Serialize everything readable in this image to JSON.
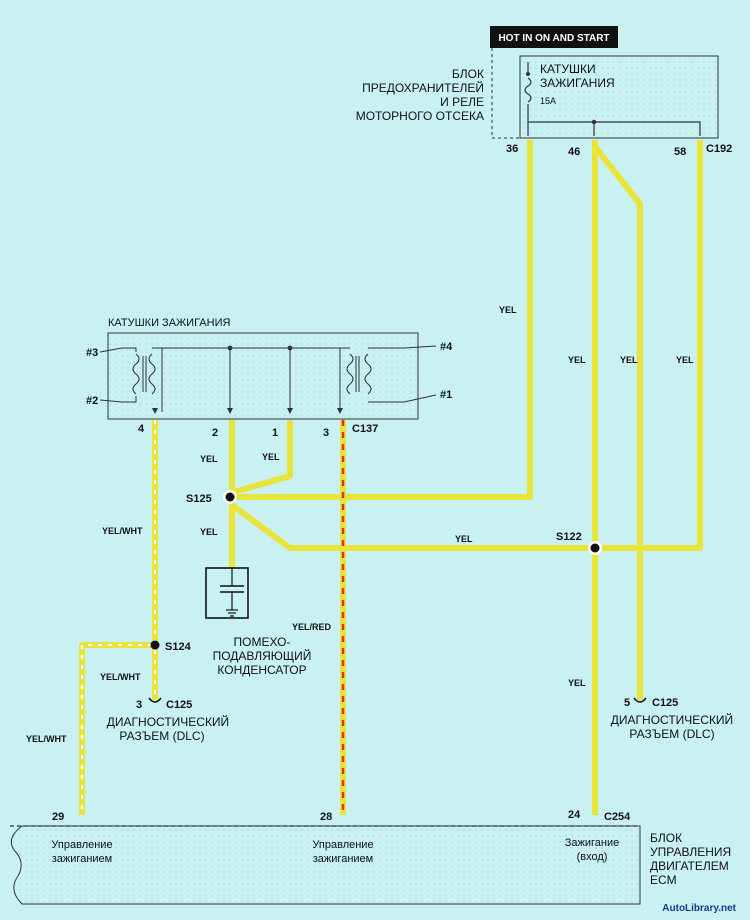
{
  "power_header": "HOT IN ON AND START",
  "fuse_box": {
    "label": [
      "БЛОК",
      "ПРЕДОХРАНИТЕЛЕЙ",
      "И РЕЛЕ",
      "МОТОРНОГО ОТСЕКА"
    ],
    "fuse_name": [
      "КАТУШКИ",
      "ЗАЖИГАНИЯ"
    ],
    "fuse_rating": "15A",
    "pins": [
      "36",
      "46",
      "58"
    ],
    "connector": "C192"
  },
  "coil_pack": {
    "title": "КАТУШКИ ЗАЖИГАНИЯ",
    "coils": [
      "#3",
      "#2",
      "#4",
      "#1"
    ],
    "pins": [
      "4",
      "2",
      "1",
      "3"
    ],
    "connector": "C137"
  },
  "splices": [
    "S125",
    "S122",
    "S124"
  ],
  "capacitor_label": [
    "ПОМЕХО-",
    "ПОДАВЛЯЮЩИЙ",
    "КОНДЕНСАТОР"
  ],
  "dlc_left": {
    "pin": "3",
    "connector": "C125",
    "label": [
      "ДИАГНОСТИЧЕСКИЙ",
      "РАЗЪЕМ (DLC)"
    ]
  },
  "dlc_right": {
    "pin": "5",
    "connector": "C125",
    "label": [
      "ДИАГНОСТИЧЕСКИЙ",
      "РАЗЪЕМ (DLC)"
    ]
  },
  "wire_colors": {
    "yel": "YEL",
    "yel_wht": "YEL/WHT",
    "yel_red": "YEL/RED"
  },
  "ecm": {
    "label": [
      "БЛОК",
      "УПРАВЛЕНИЯ",
      "ДВИГАТЕЛЕМ",
      "ECM"
    ],
    "pins": [
      "29",
      "28",
      "24"
    ],
    "connector": "C254",
    "pin_labels": [
      [
        "Управление",
        "зажиганием"
      ],
      [
        "Управление",
        "зажиганием"
      ],
      [
        "Зажигание",
        "(вход)"
      ]
    ]
  },
  "watermark": "AutoLibrary.net",
  "colors": {
    "background": "#c9f1f1",
    "wire": "#e8e43a",
    "stripe_red": "#e0302a",
    "stripe_white": "#ffffff"
  }
}
